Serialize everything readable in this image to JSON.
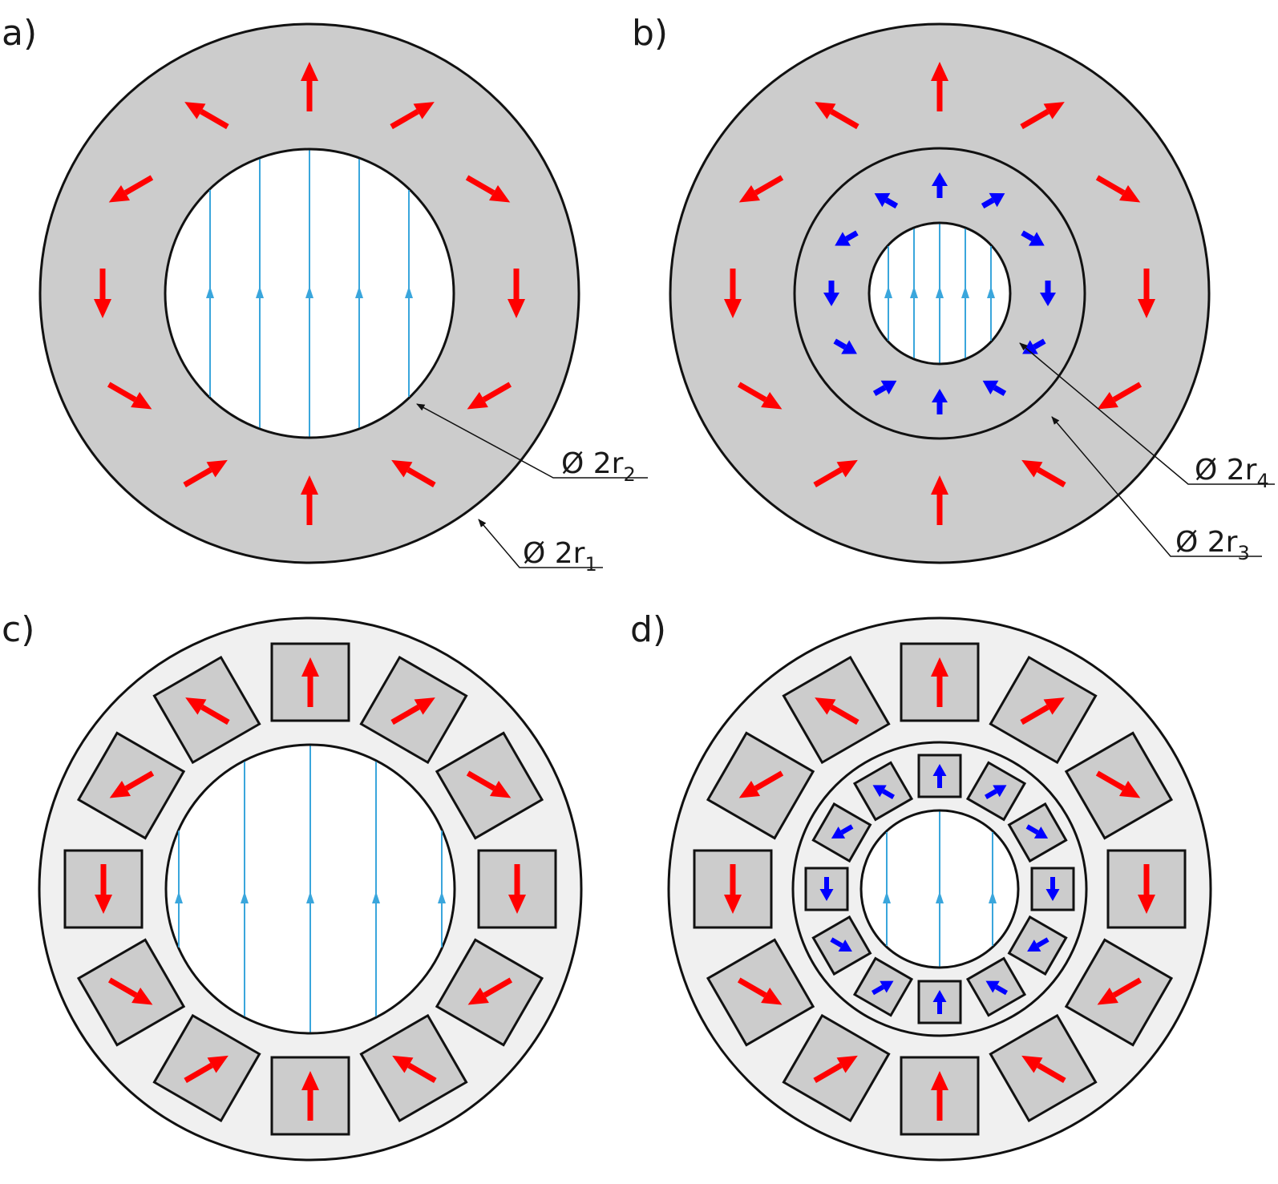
{
  "panels": [
    {
      "label": "a)"
    },
    {
      "label": "b)"
    },
    {
      "label": "c)"
    },
    {
      "label": "d)"
    }
  ],
  "dimensions": {
    "r1": {
      "prefix": "Ø 2r",
      "sub": "1"
    },
    "r2": {
      "prefix": "Ø 2r",
      "sub": "2"
    },
    "r3": {
      "prefix": "Ø 2r",
      "sub": "3"
    },
    "r4": {
      "prefix": "Ø 2r",
      "sub": "4"
    }
  },
  "colors": {
    "magnet_fill": "#cccccc",
    "frame_fill": "#f0f0f0",
    "outline": "#111111",
    "outer_arrow": "#ff0000",
    "inner_arrow": "#0000ff",
    "field_line": "#3aa6dc",
    "background": "#ffffff"
  },
  "icons": {
    "outer_magnetization": "red-arrow-icon",
    "inner_magnetization": "blue-arrow-icon",
    "field_direction": "field-arrow-icon"
  }
}
